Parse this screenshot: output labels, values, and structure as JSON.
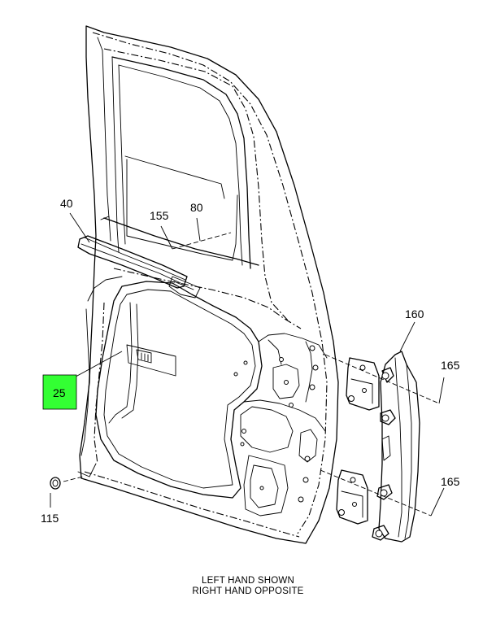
{
  "callouts": {
    "c40": "40",
    "c155": "155",
    "c80": "80",
    "c25": "25",
    "c115": "115",
    "c160": "160",
    "c165a": "165",
    "c165b": "165"
  },
  "caption": {
    "line1": "LEFT HAND SHOWN",
    "line2": "RIGHT HAND OPPOSITE"
  },
  "colors": {
    "highlight": "#33ff33"
  }
}
